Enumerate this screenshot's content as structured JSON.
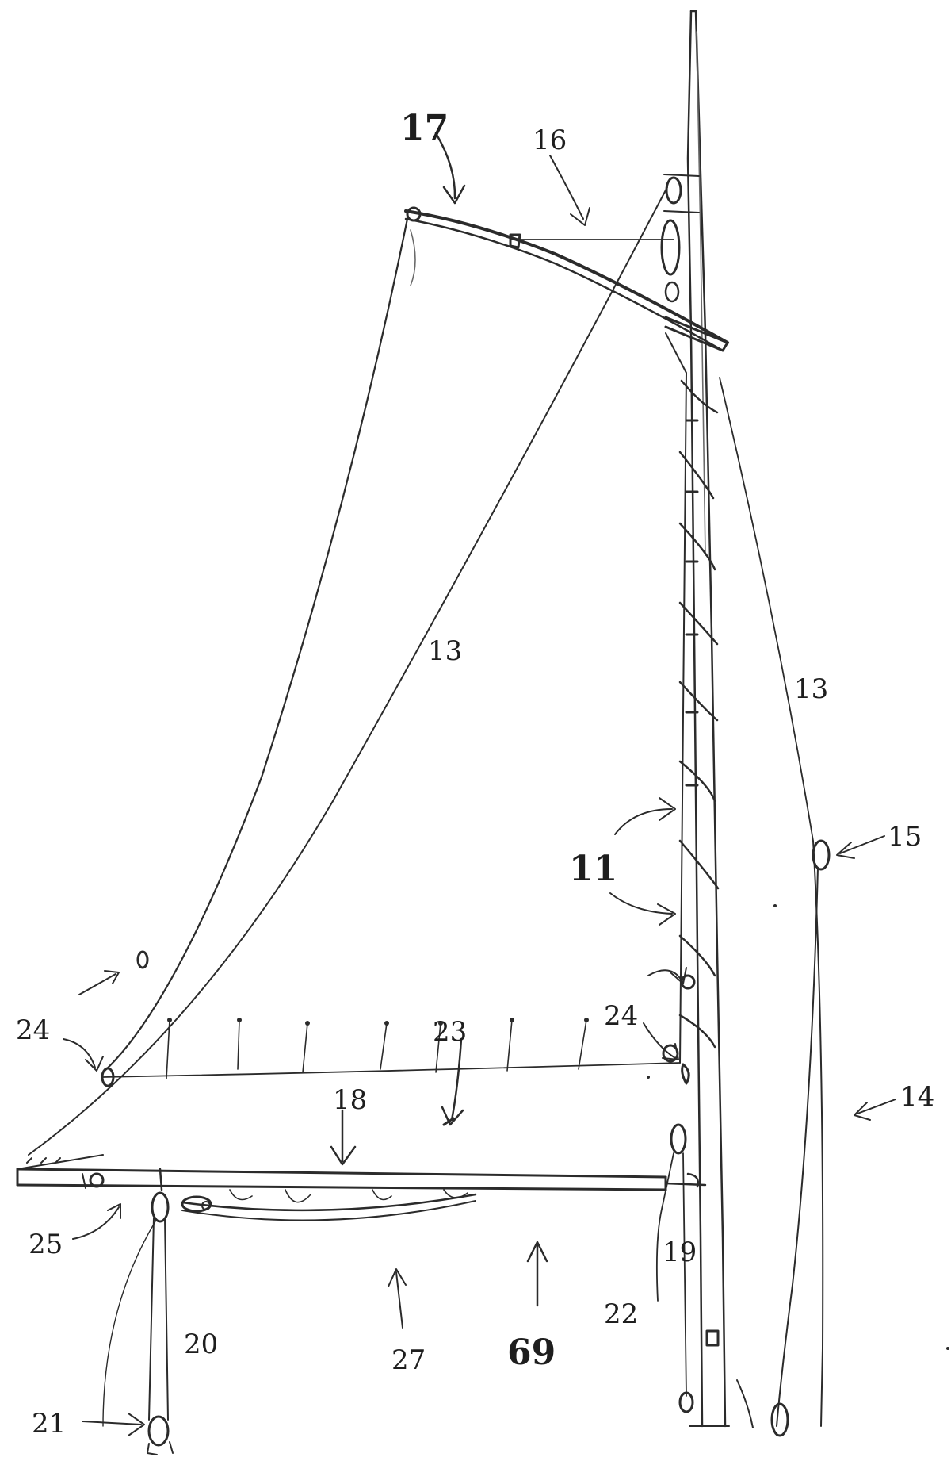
{
  "figure": {
    "labels": {
      "l17": "17",
      "l16": "16",
      "l13_diag": "13",
      "l13_right": "13",
      "l11": "11",
      "l15": "15",
      "l14": "14",
      "l24_left": "24",
      "l24_right": "24",
      "l23": "23",
      "l18": "18",
      "l25": "25",
      "l19": "19",
      "l22": "22",
      "l20": "20",
      "l21": "21",
      "l27": "27",
      "l69": "69"
    },
    "colors": {
      "pencil": "#2b2b2b",
      "paper": "#ffffff"
    }
  }
}
